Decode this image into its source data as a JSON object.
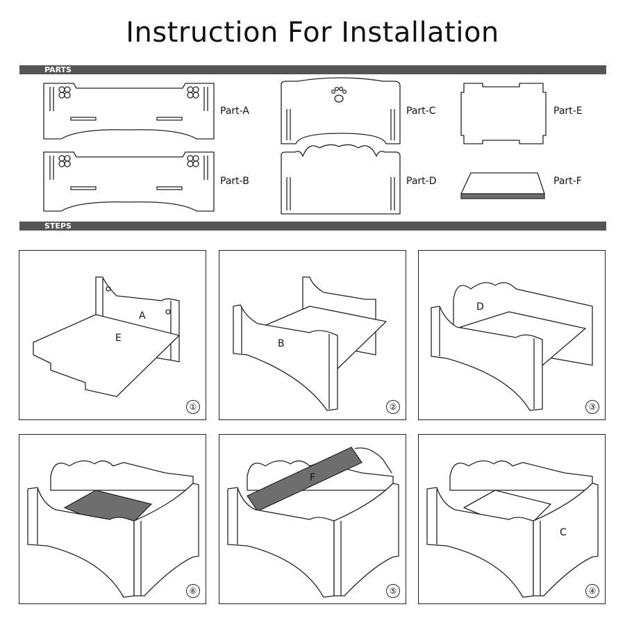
{
  "title": "Instruction For Installation",
  "sections": {
    "parts": "PARTS",
    "steps": "STEPS"
  },
  "parts": {
    "a": "Part-A",
    "b": "Part-B",
    "c": "Part-C",
    "d": "Part-D",
    "e": "Part-E",
    "f": "Part-F"
  },
  "steps": [
    {
      "number": "①",
      "letters": [
        "A",
        "E"
      ]
    },
    {
      "number": "②",
      "letters": [
        "B"
      ]
    },
    {
      "number": "③",
      "letters": [
        "D"
      ]
    },
    {
      "number": "⑥",
      "letters": []
    },
    {
      "number": "⑤",
      "letters": [
        "F"
      ]
    },
    {
      "number": "④",
      "letters": [
        "C"
      ]
    }
  ],
  "colors": {
    "bar": "#555555",
    "board": "#6e6e6e",
    "line": "#222222"
  }
}
